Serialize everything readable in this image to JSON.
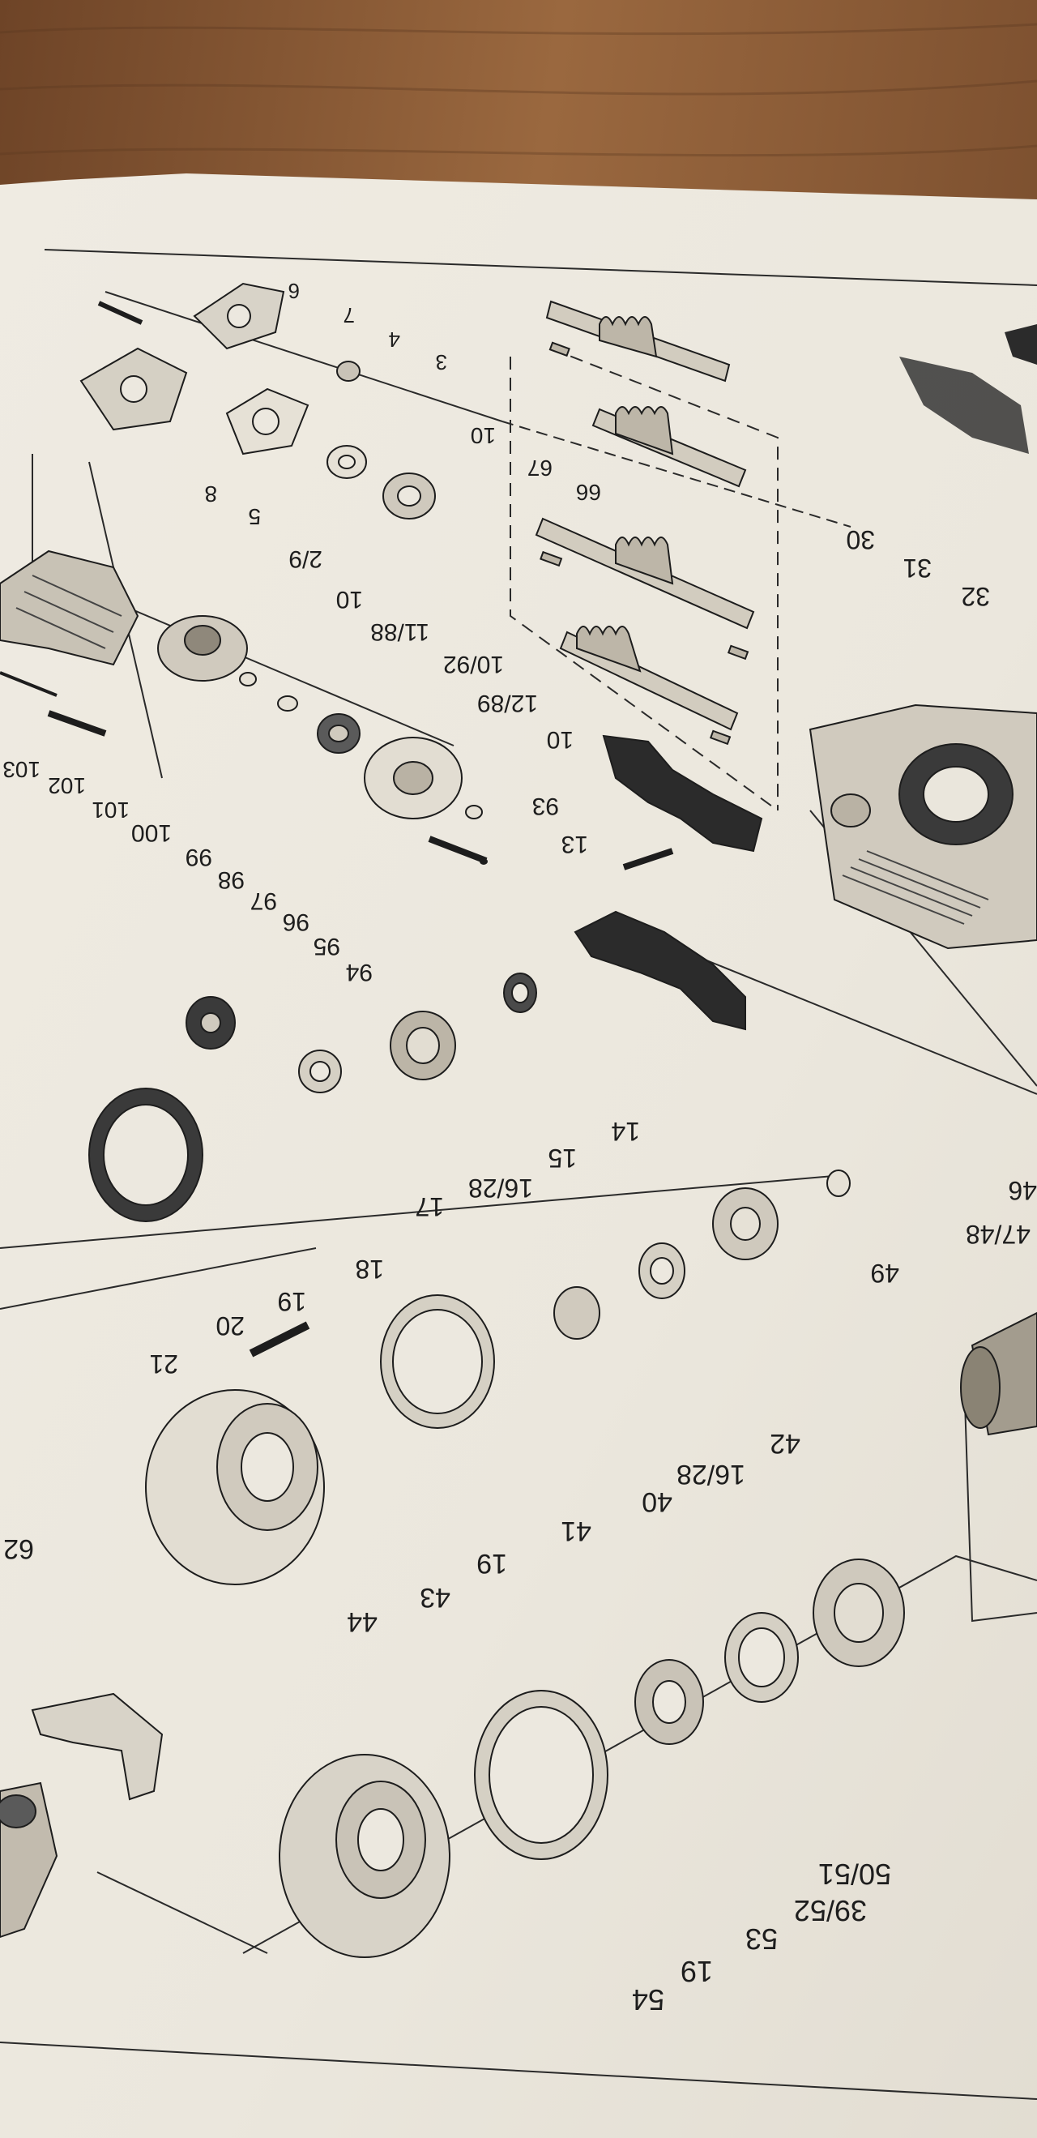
{
  "colors": {
    "table_wood": "#8a5a36",
    "paper": "#ece8df",
    "ink": "#1d1d1d",
    "dark_part": "#2b2b2b"
  },
  "diagram": {
    "orientation": "rotated-180",
    "labels": [
      {
        "id": "l6",
        "text": "6"
      },
      {
        "id": "l7",
        "text": "7"
      },
      {
        "id": "l4",
        "text": "4"
      },
      {
        "id": "l3",
        "text": "3"
      },
      {
        "id": "l10a",
        "text": "10"
      },
      {
        "id": "l67",
        "text": "67"
      },
      {
        "id": "l66",
        "text": "66"
      },
      {
        "id": "l30",
        "text": "30"
      },
      {
        "id": "l31",
        "text": "31"
      },
      {
        "id": "l32",
        "text": "32"
      },
      {
        "id": "l8",
        "text": "8"
      },
      {
        "id": "l5",
        "text": "5"
      },
      {
        "id": "l2_9",
        "text": "2/9"
      },
      {
        "id": "l10b",
        "text": "10"
      },
      {
        "id": "l11_88",
        "text": "11/88"
      },
      {
        "id": "l10_92",
        "text": "10/92"
      },
      {
        "id": "l12_89",
        "text": "12/89"
      },
      {
        "id": "l10c",
        "text": "10"
      },
      {
        "id": "l93",
        "text": "93"
      },
      {
        "id": "l13",
        "text": "13"
      },
      {
        "id": "l103",
        "text": "103"
      },
      {
        "id": "l102",
        "text": "102"
      },
      {
        "id": "l101",
        "text": "101"
      },
      {
        "id": "l100",
        "text": "100"
      },
      {
        "id": "l99",
        "text": "99"
      },
      {
        "id": "l98",
        "text": "98"
      },
      {
        "id": "l97",
        "text": "97"
      },
      {
        "id": "l96",
        "text": "96"
      },
      {
        "id": "l95",
        "text": "95"
      },
      {
        "id": "l94",
        "text": "94"
      },
      {
        "id": "l14",
        "text": "14"
      },
      {
        "id": "l15",
        "text": "15"
      },
      {
        "id": "l16_28a",
        "text": "16/28"
      },
      {
        "id": "l17",
        "text": "17"
      },
      {
        "id": "l18",
        "text": "18"
      },
      {
        "id": "l19a",
        "text": "19"
      },
      {
        "id": "l20",
        "text": "20"
      },
      {
        "id": "l21",
        "text": "21"
      },
      {
        "id": "l46",
        "text": "46"
      },
      {
        "id": "l47_48",
        "text": "47/48"
      },
      {
        "id": "l49",
        "text": "49"
      },
      {
        "id": "l42",
        "text": "42"
      },
      {
        "id": "l16_28b",
        "text": "16/28"
      },
      {
        "id": "l40",
        "text": "40"
      },
      {
        "id": "l41",
        "text": "41"
      },
      {
        "id": "l19b",
        "text": "19"
      },
      {
        "id": "l43",
        "text": "43"
      },
      {
        "id": "l44",
        "text": "44"
      },
      {
        "id": "l62",
        "text": "62"
      },
      {
        "id": "l50_51",
        "text": "50/51"
      },
      {
        "id": "l39_52",
        "text": "39/52"
      },
      {
        "id": "l53",
        "text": "53"
      },
      {
        "id": "l19c",
        "text": "19"
      },
      {
        "id": "l54",
        "text": "54"
      }
    ]
  }
}
